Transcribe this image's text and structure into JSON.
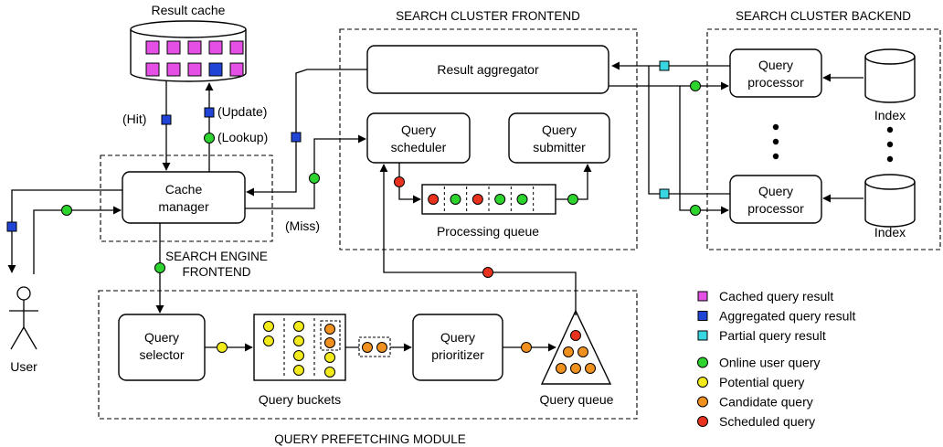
{
  "labels": {
    "result_cache": "Result cache",
    "search_cluster_frontend": "SEARCH CLUSTER FRONTEND",
    "search_cluster_backend": "SEARCH CLUSTER BACKEND",
    "search_engine_frontend_line1": "SEARCH ENGINE",
    "search_engine_frontend_line2": "FRONTEND",
    "query_prefetching_module": "QUERY PREFETCHING MODULE",
    "result_aggregator": "Result aggregator",
    "query_scheduler_line1": "Query",
    "query_scheduler_line2": "scheduler",
    "query_submitter_line1": "Query",
    "query_submitter_line2": "submitter",
    "processing_queue": "Processing queue",
    "cache_manager_line1": "Cache",
    "cache_manager_line2": "manager",
    "query_processor_line1": "Query",
    "query_processor_line2": "processor",
    "index": "Index",
    "user": "User",
    "hit": "(Hit)",
    "update": "(Update)",
    "lookup": "(Lookup)",
    "miss": "(Miss)",
    "query_selector_line1": "Query",
    "query_selector_line2": "selector",
    "query_buckets": "Query buckets",
    "query_prioritizer_line1": "Query",
    "query_prioritizer_line2": "prioritizer",
    "query_queue": "Query queue"
  },
  "legend": [
    {
      "label": "Cached query result",
      "shape": "square",
      "color": "#e64fe6"
    },
    {
      "label": "Aggregated query result",
      "shape": "square",
      "color": "#1f44d6"
    },
    {
      "label": "Partial query result",
      "shape": "square",
      "color": "#38d6e0"
    },
    {
      "label": "Online user query",
      "shape": "circle",
      "color": "#2ed42e"
    },
    {
      "label": "Potential query",
      "shape": "circle",
      "color": "#f2ea1a"
    },
    {
      "label": "Candidate query",
      "shape": "circle",
      "color": "#f0901e"
    },
    {
      "label": "Scheduled query",
      "shape": "circle",
      "color": "#e8321e"
    }
  ],
  "colors": {
    "cached": "#e64fe6",
    "aggregated": "#1f44d6",
    "partial": "#38d6e0",
    "online": "#2ed42e",
    "potential": "#f2ea1a",
    "candidate": "#f0901e",
    "scheduled": "#e8321e"
  },
  "processing_queue_items": [
    "scheduled",
    "online",
    "scheduled",
    "online",
    "online"
  ],
  "cache_cells": [
    "cached",
    "cached",
    "cached",
    "cached",
    "cached",
    "cached",
    "cached",
    "cached",
    "aggregated",
    "cached"
  ]
}
